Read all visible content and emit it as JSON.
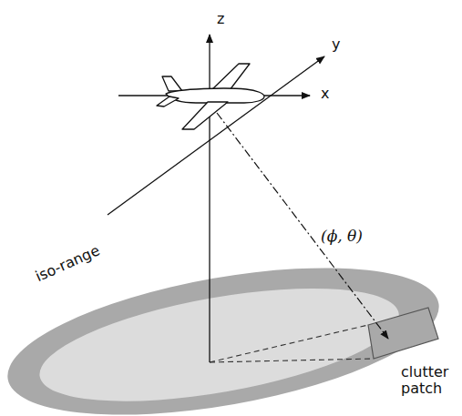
{
  "diagram": {
    "labels": [
      "z",
      "y",
      "x",
      "(ϕ, θ)",
      "iso-range",
      "clutter patch"
    ]
  }
}
